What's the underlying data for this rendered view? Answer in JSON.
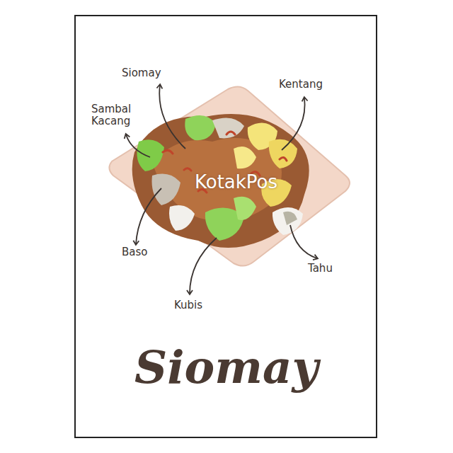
{
  "diagram": {
    "title": "Siomay",
    "labels": [
      "Siomay",
      "Kentang",
      "Sambal Kacang",
      "Baso",
      "Tahu",
      "Kubis",
      "KotakPos"
    ]
  }
}
